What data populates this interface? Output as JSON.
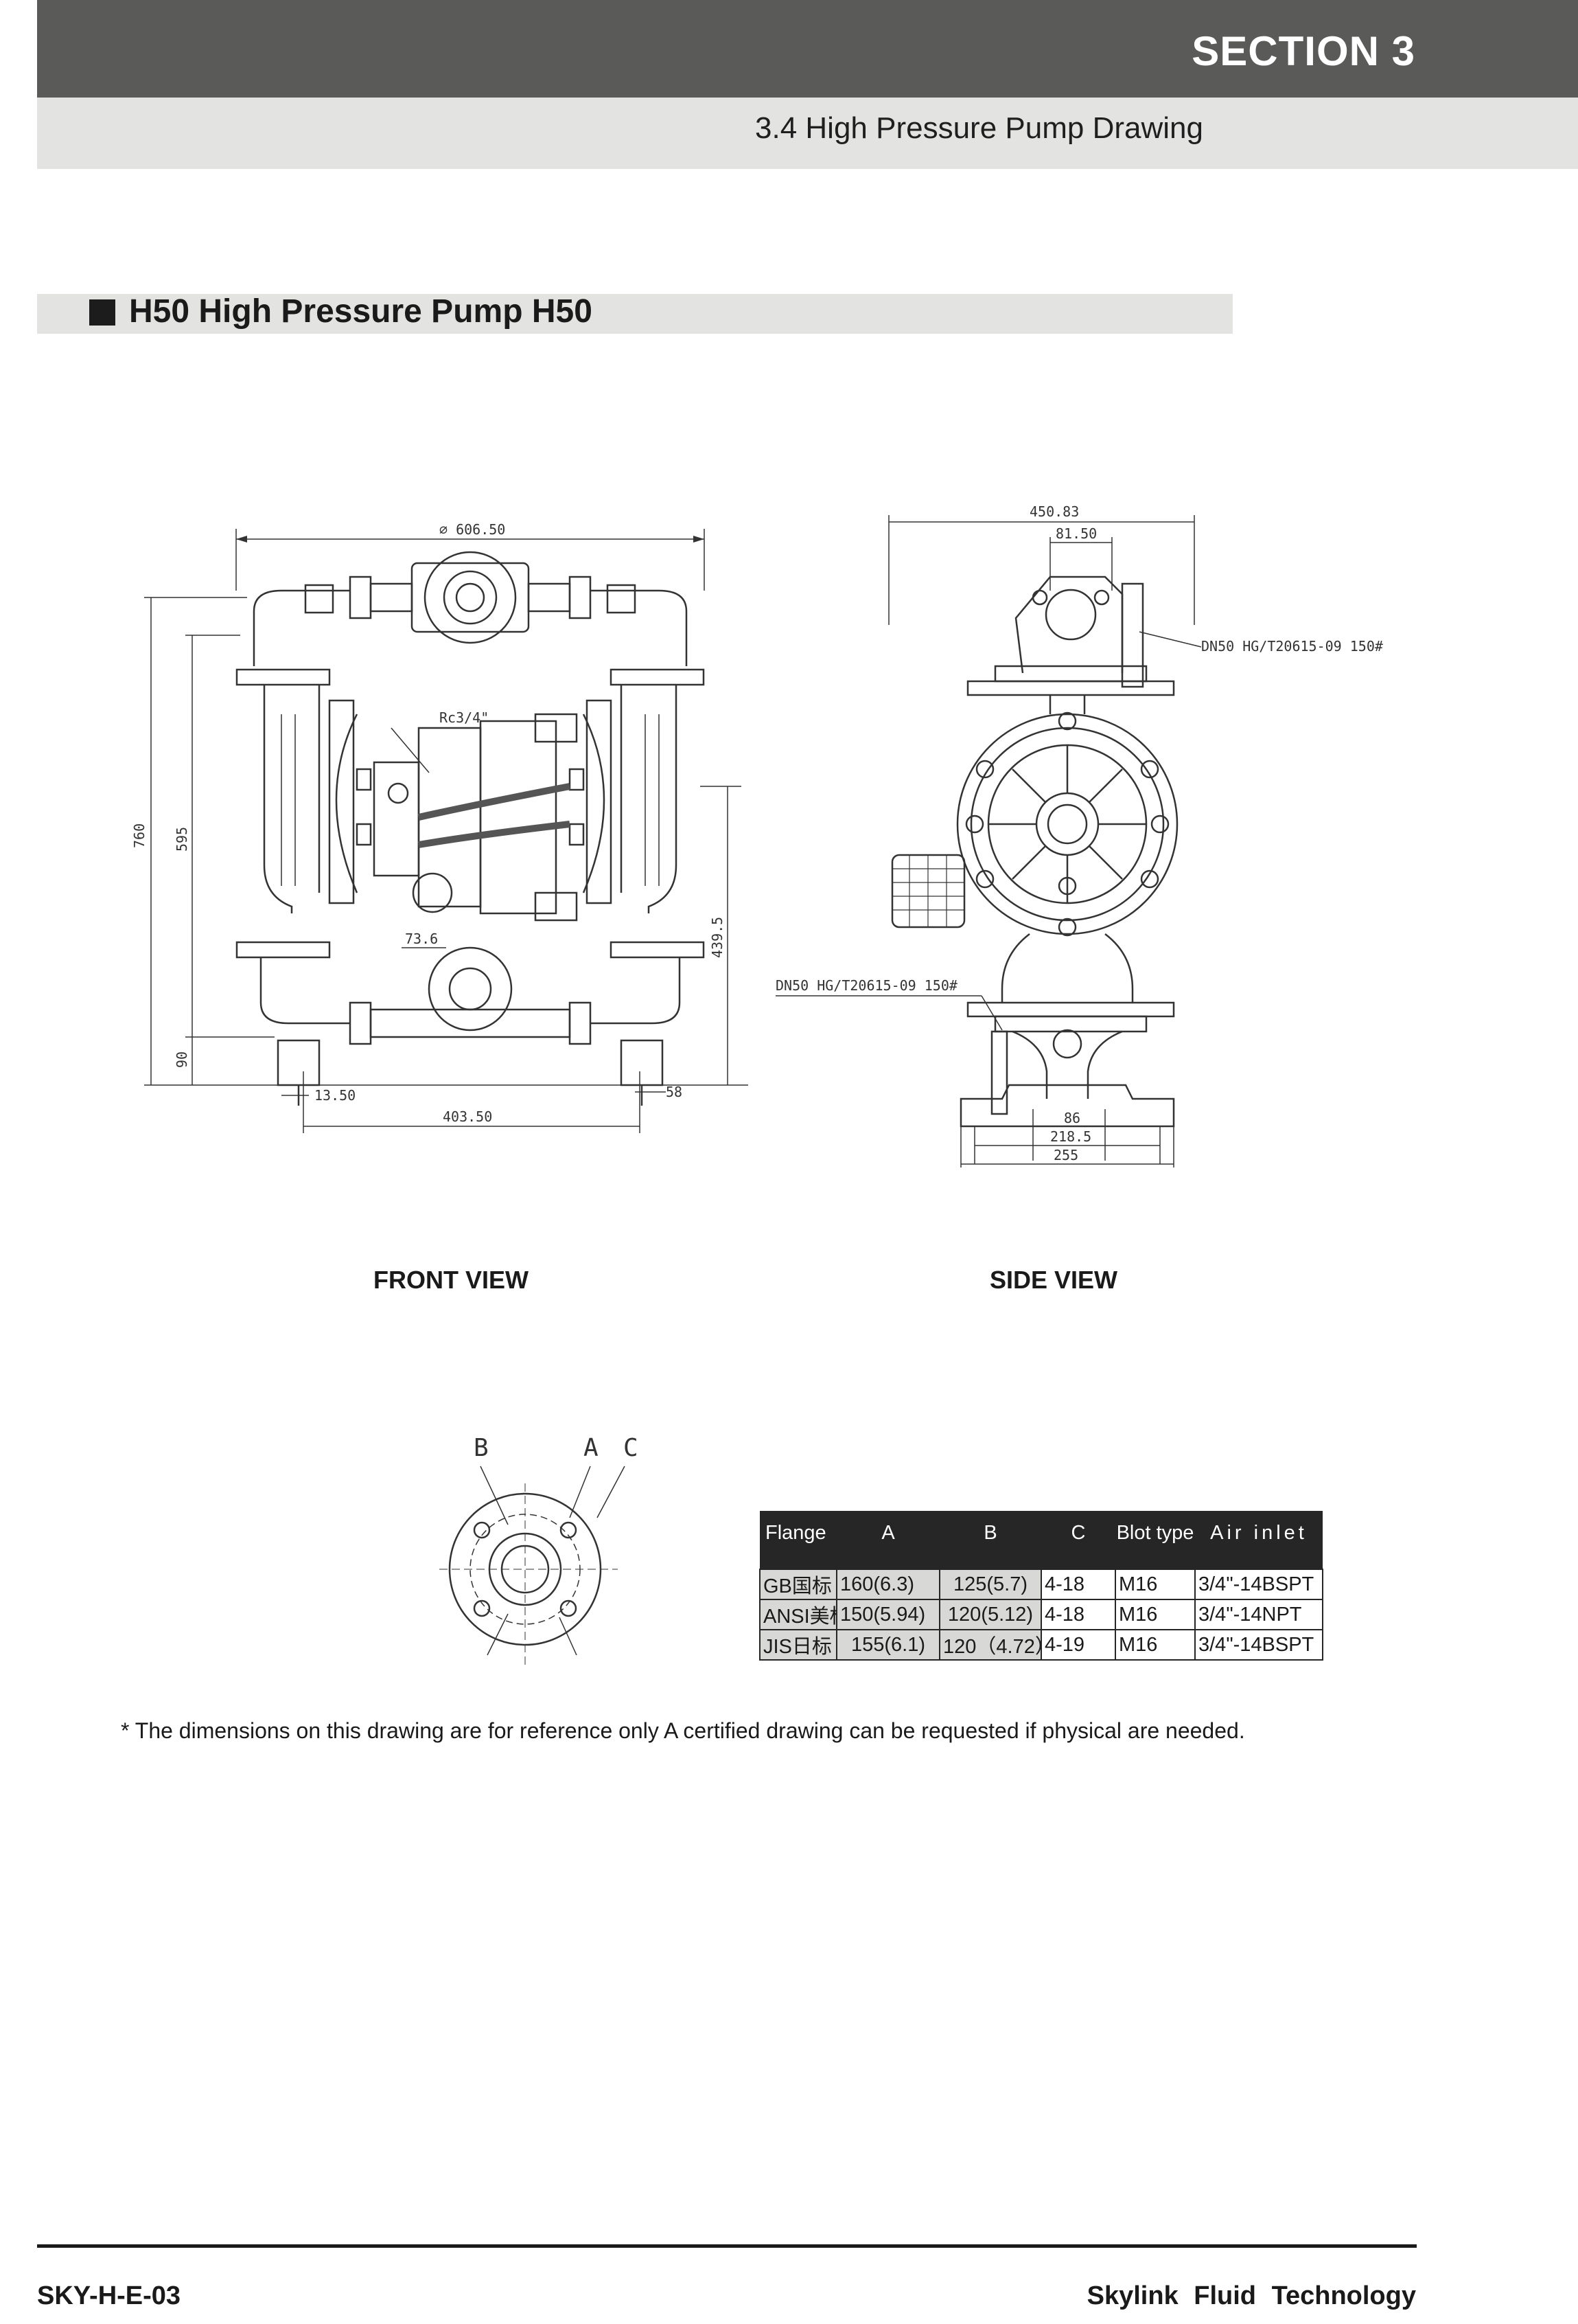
{
  "header": {
    "section": "SECTION 3",
    "subtitle": "3.4 High Pressure Pump Drawing"
  },
  "heading": "H50 High Pressure Pump H50",
  "front_view": {
    "label": "FRONT VIEW",
    "dims": {
      "top_width": "∅ 606.50",
      "rc": "Rc3/4\"",
      "h760": "760",
      "h595": "595",
      "h90": "90",
      "h439": "439.5",
      "w73": "73.6",
      "w13": "13.50",
      "w403": "403.50",
      "w58": "58"
    }
  },
  "side_view": {
    "label": "SIDE VIEW",
    "dims": {
      "w450": "450.83",
      "w81": "81.50",
      "flange_top": "DN50 HG/T20615-09 150#",
      "flange_bottom": "DN50 HG/T20615-09 150#",
      "w86": "86",
      "w218": "218.5",
      "w255": "255"
    }
  },
  "flange_diagram": {
    "label_b": "B",
    "label_a": "A",
    "label_c": "C"
  },
  "flange_table": {
    "headers": [
      "Flange",
      "A",
      "B",
      "C",
      "Blot type",
      "Air inlet"
    ],
    "rows": [
      [
        "GB国标",
        "160(6.3)",
        "125(5.7)",
        "4-18",
        "M16",
        "3/4\"-14BSPT"
      ],
      [
        "ANSI美标",
        "150(5.94)",
        "120(5.12)",
        "4-18",
        "M16",
        "3/4\"-14NPT"
      ],
      [
        "JIS日标",
        "155(6.1)",
        "120（4.72）",
        "4-19",
        "M16",
        "3/4\"-14BSPT"
      ]
    ]
  },
  "note": "* The dimensions  on this drawing are for reference only  A certified drawing can be requested if physical are needed.",
  "footer": {
    "code": "SKY-H-E-03",
    "company": "Skylink  Fluid  Technology"
  }
}
